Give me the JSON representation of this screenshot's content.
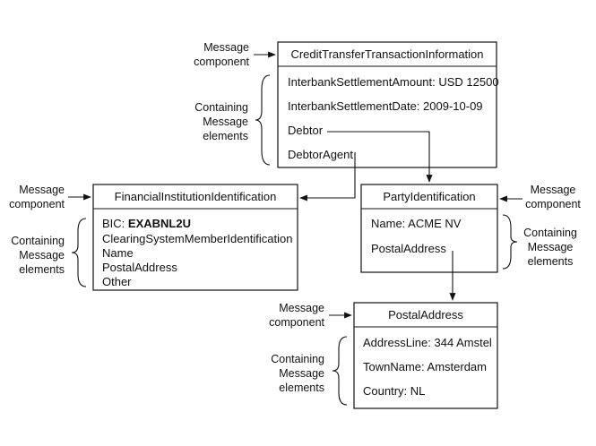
{
  "boxes": {
    "ctti": {
      "title": "CreditTransferTransactionInformation",
      "fields": [
        "InterbankSettlementAmount: USD 12500",
        "InterbankSettlementDate: 2009-10-09",
        "Debtor",
        "DebtorAgent"
      ]
    },
    "fii": {
      "title": "FinancialInstitutionIdentification",
      "bic_label": "BIC: ",
      "bic_value": "EXABNL2U",
      "fields": [
        "ClearingSystemMemberIdentification",
        "Name",
        "PostalAddress",
        "Other"
      ]
    },
    "party": {
      "title": "PartyIdentification",
      "fields": [
        "Name: ACME NV",
        "PostalAddress"
      ]
    },
    "postal": {
      "title": "PostalAddress",
      "fields": [
        "AddressLine: 344 Amstel",
        "TownName: Amsterdam",
        "Country: NL"
      ]
    }
  },
  "labels": {
    "component": [
      "Message",
      "component"
    ],
    "elements": [
      "Containing",
      "Message",
      "elements"
    ]
  }
}
